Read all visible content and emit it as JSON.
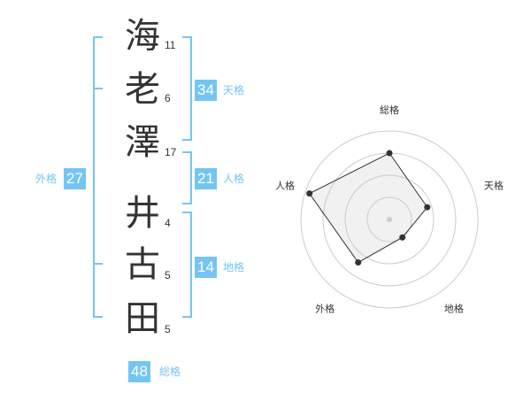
{
  "name": {
    "surname": [
      {
        "char": "海",
        "strokes": "11"
      },
      {
        "char": "老",
        "strokes": "6"
      },
      {
        "char": "澤",
        "strokes": "17"
      }
    ],
    "given": [
      {
        "char": "井",
        "strokes": "4"
      },
      {
        "char": "古",
        "strokes": "5"
      },
      {
        "char": "田",
        "strokes": "5"
      }
    ]
  },
  "fortunes": {
    "tenkaku": {
      "value": "34",
      "label": "天格"
    },
    "jinkaku": {
      "value": "21",
      "label": "人格"
    },
    "chikaku": {
      "value": "14",
      "label": "地格"
    },
    "gaikaku": {
      "value": "27",
      "label": "外格"
    },
    "soukaku": {
      "value": "48",
      "label": "総格"
    }
  },
  "colors": {
    "accent": "#74c5f3",
    "text": "#333333",
    "ring": "#cccccc"
  },
  "chart_data": {
    "type": "radar",
    "axes": [
      "総格",
      "天格",
      "地格",
      "外格",
      "人格"
    ],
    "values": [
      0.75,
      0.45,
      0.25,
      0.6,
      0.95
    ],
    "rings": 4
  }
}
